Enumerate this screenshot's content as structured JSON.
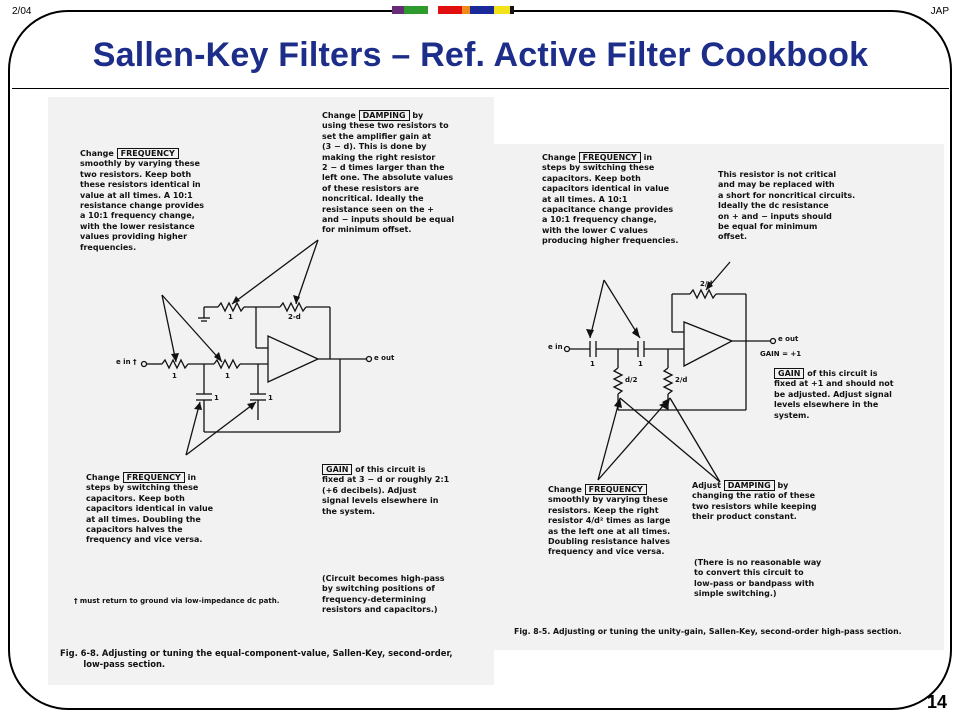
{
  "header": {
    "date": "2/04",
    "author": "JAP",
    "colors": [
      "#6a2a7a",
      "#2e9a2e",
      "#ffffff",
      "#e01010",
      "#f08a1a",
      "#1a2a9a",
      "#f2e21a",
      "#111111"
    ]
  },
  "slide": {
    "title": "Sallen-Key Filters – Ref. Active Filter Cookbook",
    "page_number": "14",
    "title_color": "#1c2d8a"
  },
  "left_figure": {
    "damping_note": {
      "pre": "Change",
      "key": "DAMPING",
      "post": "by",
      "rest": "using these two resistors to\nset the amplifier gain at\n(3 − d). This is done by\nmaking the right resistor\n2 − d times larger than the\nleft one. The absolute values\nof these resistors are\nnoncritical. Ideally the\nresistance seen on the +\nand − inputs should be equal\nfor minimum offset."
    },
    "freq_note_top": {
      "pre": "Change",
      "key": "FREQUENCY",
      "rest": "smoothly by varying these\ntwo resistors. Keep both\nthese resistors identical in\nvalue at all times. A 10:1\nresistance change provides\na 10:1 frequency change,\nwith the lower resistance\nvalues providing higher\nfrequencies."
    },
    "freq_note_bottom": {
      "pre": "Change",
      "key": "FREQUENCY",
      "post": "in",
      "rest": "steps by switching these\ncapacitors. Keep both\ncapacitors identical in value\nat all times. Doubling the\ncapacitors halves the\nfrequency and vice versa."
    },
    "gain_note": {
      "key": "GAIN",
      "post": "of this circuit is",
      "rest": "fixed at 3 − d or roughly 2:1\n(+6 decibels). Adjust\nsignal levels elsewhere in\nthe system."
    },
    "highpass_note": "(Circuit becomes high-pass\nby switching positions of\nfrequency-determining\nresistors and capacitors.)",
    "footnote": "† must return to ground via low-impedance dc path.",
    "caption": "Fig. 6-8. Adjusting or tuning the equal-component-value, Sallen-Key, second-order,\n        low-pass section.",
    "labels": {
      "ein": "e in †",
      "eout": "e out",
      "r1": "1",
      "r2": "1",
      "rf1": "1",
      "rf2": "2-d",
      "c1": "1",
      "c2": "1"
    }
  },
  "right_figure": {
    "freq_note_top": {
      "pre": "Change",
      "key": "FREQUENCY",
      "post": "in",
      "rest": "steps by switching these\ncapacitors. Keep both\ncapacitors identical in value\nat all times. A 10:1\ncapacitance change provides\na 10:1 frequency change,\nwith the lower C values\nproducing higher frequencies."
    },
    "resistor_note": "This resistor is not critical\nand may be replaced with\na short for noncritical circuits.\nIdeally the dc resistance\non + and − inputs should\nbe equal for minimum\noffset.",
    "gain_note": {
      "key": "GAIN",
      "post": "of this circuit is",
      "rest": "fixed at +1 and should not\nbe adjusted. Adjust signal\nlevels elsewhere in the\nsystem."
    },
    "freq_note_bottom": {
      "pre": "Change",
      "key": "FREQUENCY",
      "rest": "smoothly by varying these\nresistors. Keep the right\nresistor 4/d² times as large\nas the left one at all times.\nDoubling resistance halves\nfrequency and vice versa."
    },
    "damping_note": {
      "pre": "Adjust",
      "key": "DAMPING",
      "post": "by",
      "rest": "changing the ratio of these\ntwo resistors while keeping\ntheir product constant."
    },
    "switching_note": "(There is no reasonable way\nto convert this circuit to\nlow-pass or bandpass with\nsimple switching.)",
    "caption": "Fig. 8-5. Adjusting or tuning the unity-gain, Sallen-Key, second-order high-pass section.",
    "labels": {
      "ein": "e in",
      "eout": "e out",
      "gain": "GAIN = +1",
      "c1": "1",
      "c2": "1",
      "ra": "d/2",
      "rb": "2/d",
      "rf": "2/d"
    }
  }
}
